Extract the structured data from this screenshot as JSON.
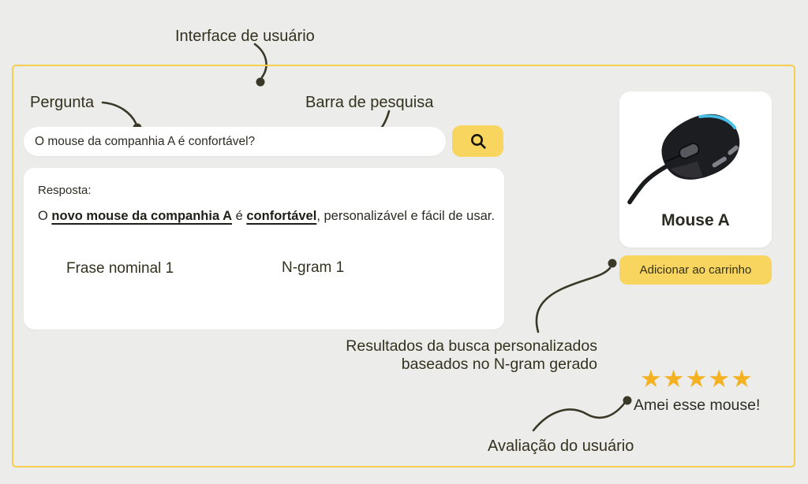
{
  "page": {
    "background": "#ececeb",
    "frame_border_color": "#f6cd4c"
  },
  "annotations": {
    "interface_label": "Interface de usuário",
    "question_label": "Pergunta",
    "search_bar_label": "Barra de pesquisa",
    "noun_phrase_label": "Frase nominal 1",
    "ngram_label": "N-gram 1",
    "results_label_line1": "Resultados da busca personalizados",
    "results_label_line2": "baseados no N-gram gerado",
    "review_label": "Avaliação do usuário"
  },
  "search": {
    "query": "O mouse da companhia A é confortável?",
    "button_icon": "search-icon"
  },
  "response": {
    "title": "Resposta:",
    "answer_prefix": "O ",
    "noun_phrase": "novo mouse da companhia A",
    "answer_connector": " é ",
    "ngram": "confortável",
    "answer_suffix": ", personalizável e fácil de usar."
  },
  "product": {
    "name": "Mouse A",
    "add_to_cart_label": "Adicionar ao carrinho",
    "image": "black-gaming-mouse-photo"
  },
  "review": {
    "rating": 5,
    "stars_display": "★★★★★",
    "comment": "Amei esse mouse!"
  },
  "colors": {
    "accent_yellow": "#f7d55f",
    "star_yellow": "#f4b223",
    "border_yellow": "#f6cd4c",
    "text_dark": "#2e2d24",
    "arrow_dark": "#3a3827",
    "mouse_accent_blue": "#49c0e8"
  }
}
